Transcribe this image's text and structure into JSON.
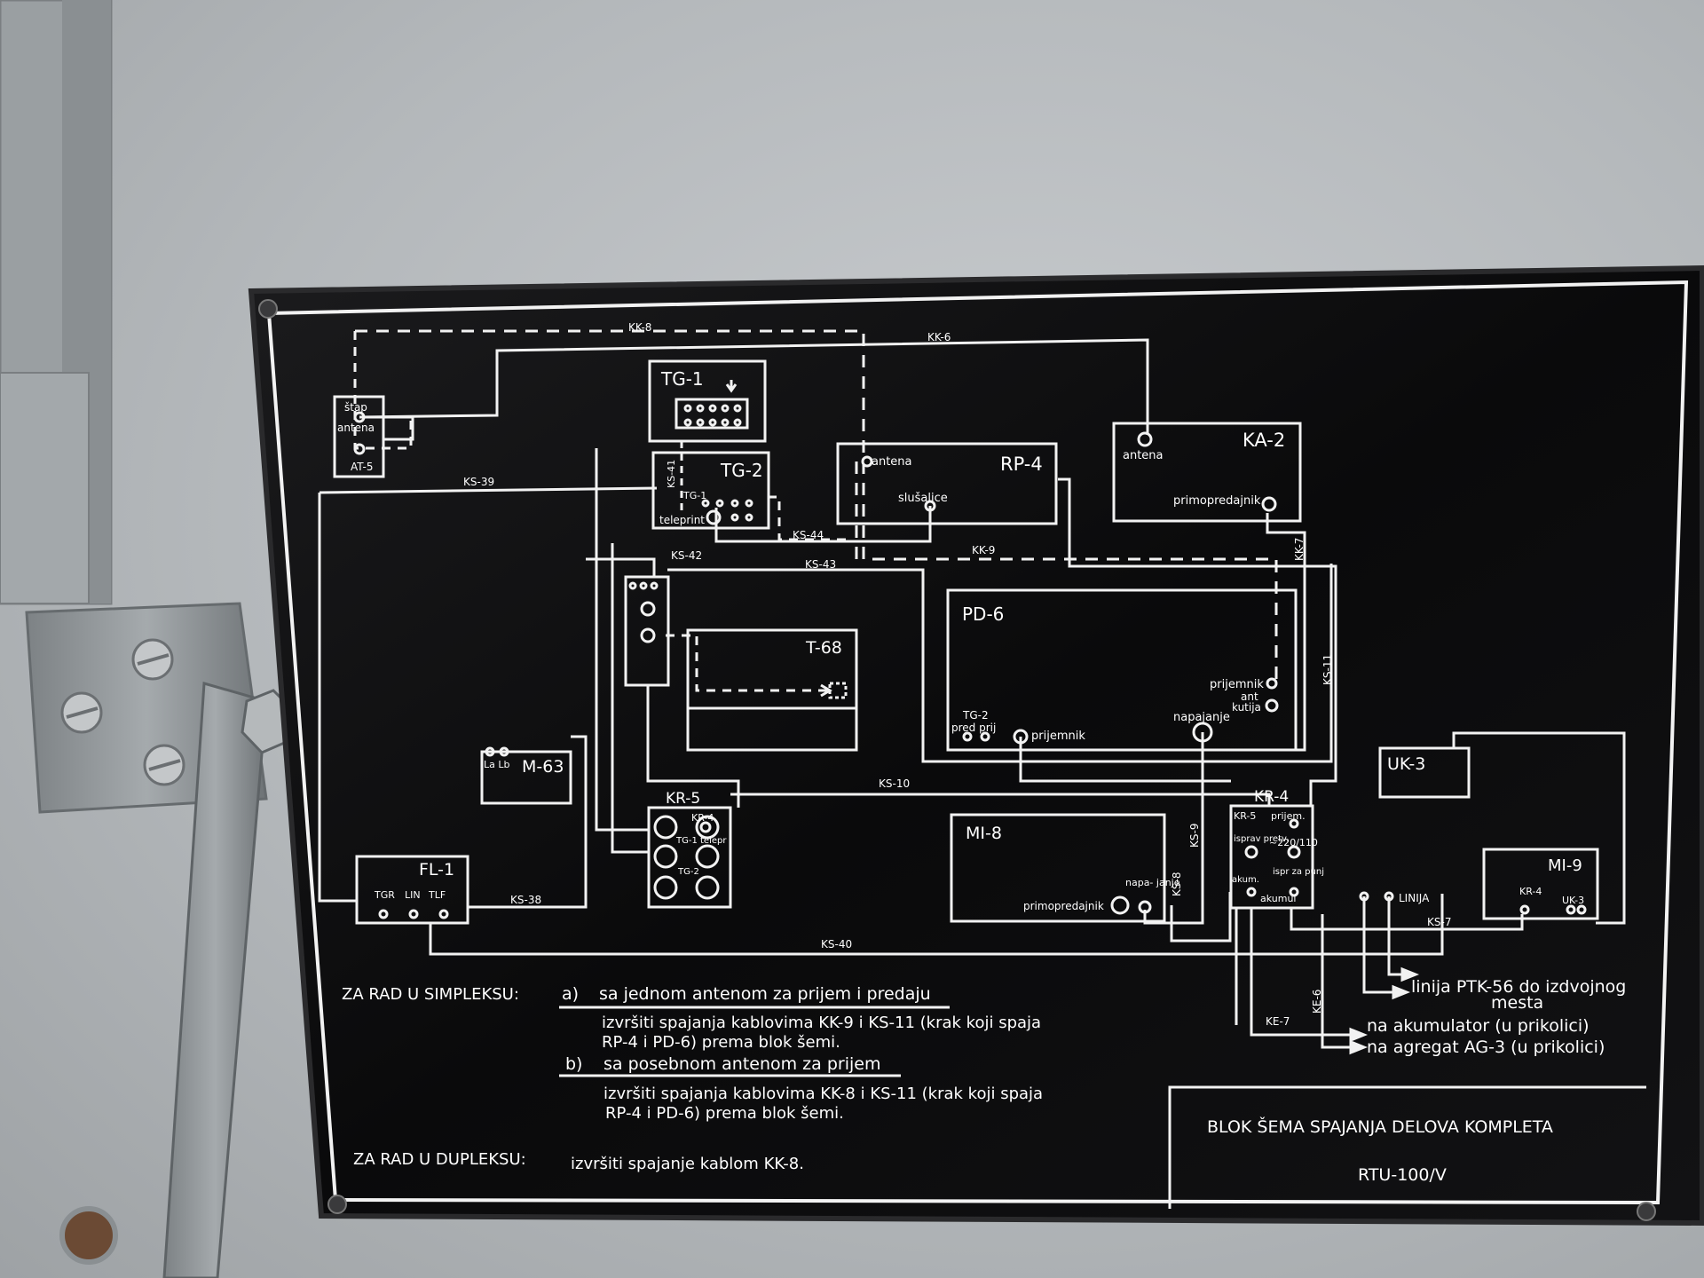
{
  "blocks": {
    "tg1": "TG-1",
    "tg2": "TG-2",
    "ks41": "KS-41",
    "tg1_small": "TG-1",
    "teleprint": "teleprint",
    "rp4": "RP-4",
    "rp4_antena": "antena",
    "rp4_slusalice": "slušalice",
    "ka2": "KA-2",
    "ka2_antena": "antena",
    "ka2_primopredajnik": "primopredajnik",
    "stap": "štap",
    "stap_antena": "antena",
    "at5": "AT-5",
    "t68": "T-68",
    "pd6": "PD-6",
    "pd6_tg2": "TG-2",
    "pd6_predprij": "pred prij",
    "pd6_prijemnik_left": "prijemnik",
    "pd6_prijemnik_right": "prijemnik",
    "pd6_ant": "ant",
    "pd6_kutija": "kutija",
    "pd6_napajanje": "napajanje",
    "m63": "M-63",
    "la_lb": "La Lb",
    "fl1": "FL-1",
    "fl1_tgr": "TGR",
    "fl1_lin": "LIN",
    "fl1_tlf": "TLF",
    "kr5": "KR-5",
    "kr5_kr4": "KR-4",
    "kr5_tg1telepr": "TG-1 telepr",
    "kr5_tg2": "TG-2",
    "mi8": "MI-8",
    "mi8_primopredajnik": "primopredajnik",
    "mi8_napajanje": "napa- janje",
    "kr4": "KR-4",
    "kr4_kr5": "KR-5",
    "kr4_prijem": "prijem.",
    "kr4_isprav": "isprav pretv.",
    "kr4_220": "~220/110",
    "kr4_akum": "akum.",
    "kr4_ispr": "ispr za punj",
    "kr4_akumul": "akumul",
    "uk3": "UK-3",
    "mi9": "MI-9",
    "mi9_kr4": "KR-4",
    "mi9_uk3": "UK-3",
    "linija": "LINIJA"
  },
  "cables": {
    "kk8": "KK-8",
    "kk6": "KK-6",
    "kk9": "KK-9",
    "kk7": "KK-7",
    "ks39": "KS-39",
    "ks44": "KS-44",
    "ks42": "KS-42",
    "ks43": "KS-43",
    "ks11": "KS-11",
    "ks10": "KS-10",
    "ks9": "KS-9",
    "ks8": "KS-8",
    "ks38": "KS-38",
    "ks40": "KS-40",
    "ks7": "KS-7",
    "ke6": "KE-6",
    "ke7": "KE-7"
  },
  "outputs": {
    "linija_ptk": "linija PTK-56 do izdvojnog",
    "mesta": "mesta",
    "akumulator": "na akumulator (u prikolici)",
    "agregat": "na agregat AG-3 (u prikolici)"
  },
  "instructions": {
    "simpleks_heading": "ZA RAD U SIMPLEKSU:",
    "a_marker": "a)",
    "a_title": "sa jednom antenom za prijem i predaju",
    "a_text1": "izvršiti spajanja kablovima KK-9 i KS-11 (krak koji spaja",
    "a_text2": "RP-4 i PD-6) prema blok šemi.",
    "b_marker": "b)",
    "b_title": "sa posebnom antenom za prijem",
    "b_text1": "izvršiti spajanja kablovima KK-8 i KS-11 (krak koji spaja",
    "b_text2": "RP-4 i PD-6) prema blok šemi.",
    "dupleks_heading": "ZA RAD U DUPLEKSU:",
    "dupleks_text": "izvršiti spajanje kablom KK-8."
  },
  "title_block": {
    "title": "BLOK ŠEMA SPAJANJA DELOVA KOMPLETA",
    "model": "RTU-100/V"
  },
  "colors": {
    "plate": "#0c0c0d",
    "line": "#f2f2f2",
    "wall": "#b8bcbf",
    "bracket": "#8d9295"
  }
}
